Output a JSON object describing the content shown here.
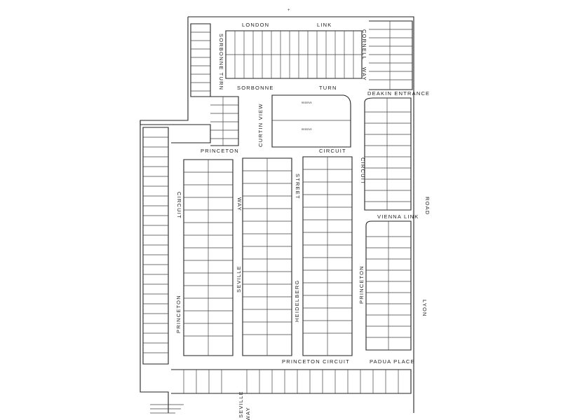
{
  "map": {
    "streets": [
      {
        "id": "london",
        "words": [
          "LONDON",
          "LINK"
        ]
      },
      {
        "id": "sorbonne-turn-v",
        "words": [
          "SORBONNE TURN"
        ]
      },
      {
        "id": "cornell",
        "words": [
          "CORNELL",
          "WAY"
        ]
      },
      {
        "id": "sorbonne-turn-h",
        "words": [
          "SORBONNE",
          "TURN"
        ]
      },
      {
        "id": "deakin",
        "words": [
          "DEAKIN ENTRANCE"
        ]
      },
      {
        "id": "curtin",
        "words": [
          "CURTIN VIEW"
        ]
      },
      {
        "id": "princeton-top",
        "words": [
          "PRINCETON",
          "CIRCUIT"
        ]
      },
      {
        "id": "circuit-right",
        "words": [
          "CIRCUIT"
        ]
      },
      {
        "id": "circuit-left",
        "words": [
          "CIRCUIT"
        ]
      },
      {
        "id": "seville-way",
        "words": [
          "WAY",
          "SEVILLE"
        ]
      },
      {
        "id": "heidelberg",
        "words": [
          "STREET",
          "HEIDELBERG"
        ]
      },
      {
        "id": "road",
        "words": [
          "ROAD"
        ]
      },
      {
        "id": "vienna",
        "words": [
          "VIENNA LINK"
        ]
      },
      {
        "id": "princeton-left",
        "words": [
          "PRINCETON"
        ]
      },
      {
        "id": "princeton-right",
        "words": [
          "PRINCETON"
        ]
      },
      {
        "id": "lyon",
        "words": [
          "LYON"
        ]
      },
      {
        "id": "princeton-bottom",
        "words": [
          "PRINCETON CIRCUIT"
        ]
      },
      {
        "id": "padua",
        "words": [
          "PADUA PLACE"
        ]
      },
      {
        "id": "seville-bottom",
        "words": [
          "SEVILLE",
          "WAY"
        ]
      }
    ]
  }
}
